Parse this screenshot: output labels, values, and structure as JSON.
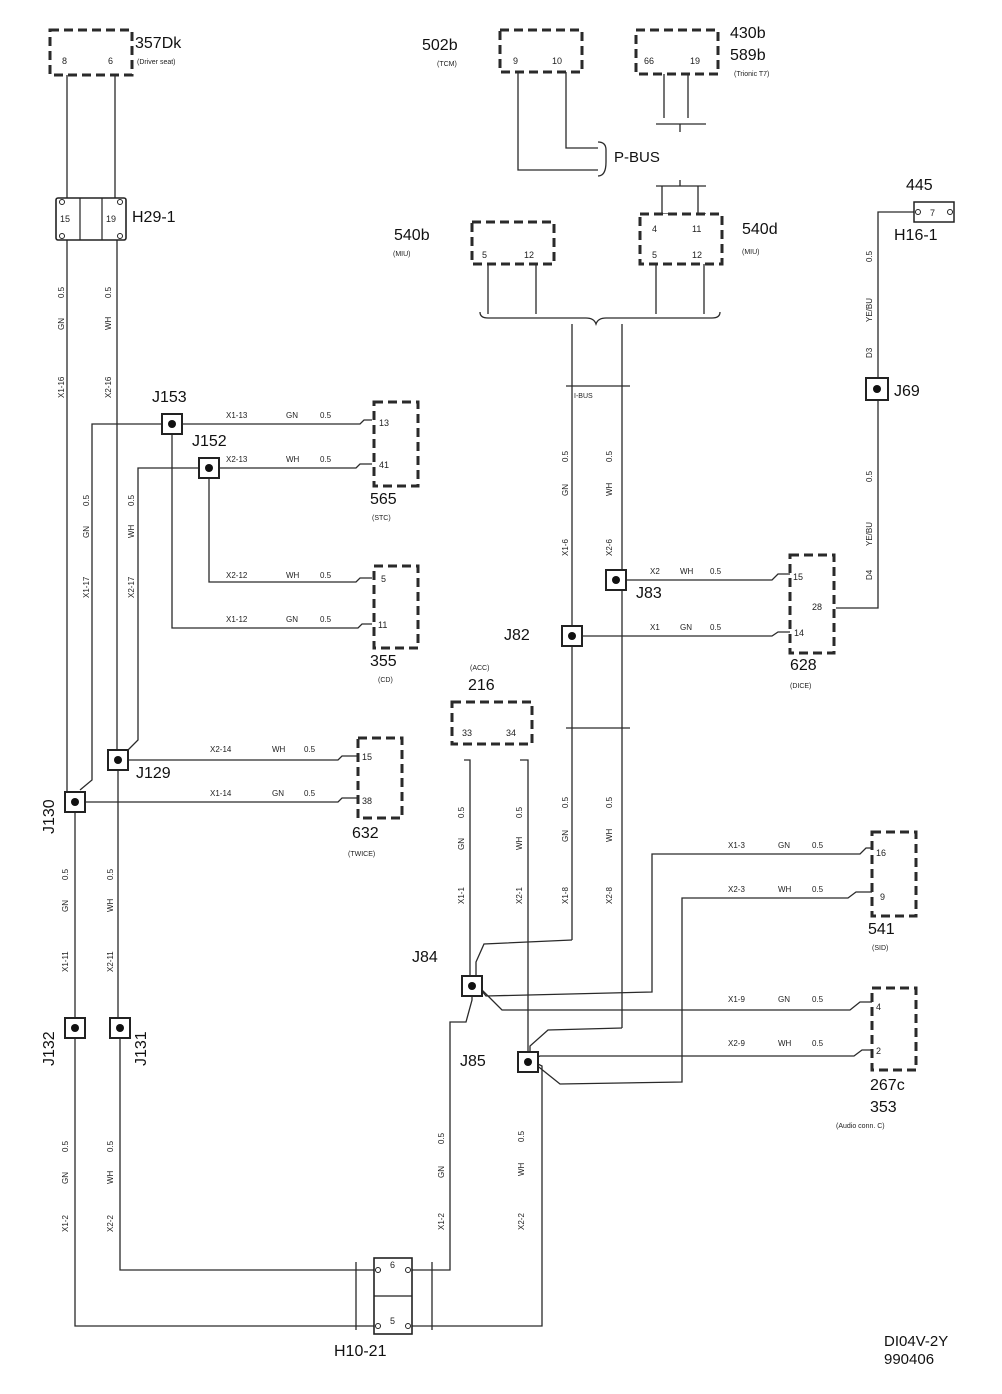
{
  "components": {
    "c357dk": {
      "id": "357Dk",
      "desc": "(Driver seat)",
      "pins": [
        "8",
        "6"
      ]
    },
    "c502b": {
      "id": "502b",
      "desc": "(TCM)",
      "pins": [
        "9",
        "10"
      ]
    },
    "c430b": {
      "id": "430b",
      "id2": "589b",
      "desc": "(Trionic T7)",
      "pins": [
        "66",
        "19"
      ]
    },
    "c540b": {
      "id": "540b",
      "desc": "(MIU)",
      "pins": [
        "5",
        "12"
      ]
    },
    "c540d": {
      "id": "540d",
      "desc": "(MIU)",
      "pins": [
        "4",
        "11",
        "5",
        "12"
      ]
    },
    "c445": {
      "id": "445",
      "conn": "H16-1",
      "pin": "7"
    },
    "c565": {
      "id": "565",
      "desc": "(STC)",
      "pins": [
        "13",
        "41"
      ]
    },
    "c355": {
      "id": "355",
      "desc": "(CD)",
      "pins": [
        "5",
        "11"
      ]
    },
    "c628": {
      "id": "628",
      "desc": "(DICE)",
      "pins": [
        "15",
        "28",
        "14"
      ]
    },
    "c216": {
      "id": "216",
      "desc": "(ACC)",
      "pins": [
        "33",
        "34"
      ]
    },
    "c632": {
      "id": "632",
      "desc": "(TWICE)",
      "pins": [
        "15",
        "38"
      ]
    },
    "c541": {
      "id": "541",
      "desc": "(SID)",
      "pins": [
        "16",
        "9"
      ]
    },
    "c267c": {
      "id": "267c",
      "id2": "353",
      "desc": "(Audio conn. C)",
      "pins": [
        "4",
        "2"
      ]
    }
  },
  "connectors": {
    "h29": {
      "id": "H29-1",
      "pins": [
        "15",
        "19"
      ]
    },
    "h10": {
      "id": "H10-21",
      "pins": [
        "6",
        "5"
      ]
    }
  },
  "junctions": {
    "j153": "J153",
    "j152": "J152",
    "j129": "J129",
    "j130": "J130",
    "j132": "J132",
    "j131": "J131",
    "j82": "J82",
    "j83": "J83",
    "j84": "J84",
    "j85": "J85",
    "j69": "J69"
  },
  "bus": {
    "pbus": "P-BUS",
    "ibus": "I-BUS"
  },
  "wires": {
    "gn": "GN",
    "wh": "WH",
    "size": "0.5",
    "yebu": "YE/BU",
    "x1_16": "X1-16",
    "x2_16": "X2-16",
    "x1_17": "X1-17",
    "x2_17": "X2-17",
    "x1_11": "X1-11",
    "x2_11": "X2-11",
    "x1_2": "X1-2",
    "x2_2": "X2-2",
    "x1_13": "X1-13",
    "x2_13": "X2-13",
    "x1_12": "X1-12",
    "x2_12": "X2-12",
    "x1_14": "X1-14",
    "x2_14": "X2-14",
    "x1_6": "X1-6",
    "x2_6": "X2-6",
    "x1_8": "X1-8",
    "x2_8": "X2-8",
    "x1_1": "X1-1",
    "x2_1": "X2-1",
    "x1_3": "X1-3",
    "x2_3": "X2-3",
    "x1_9": "X1-9",
    "x2_9": "X2-9",
    "x1": "X1",
    "x2": "X2",
    "d3": "D3",
    "d4": "D4"
  },
  "footer": {
    "code": "DI04V-2Y",
    "date": "990406"
  }
}
